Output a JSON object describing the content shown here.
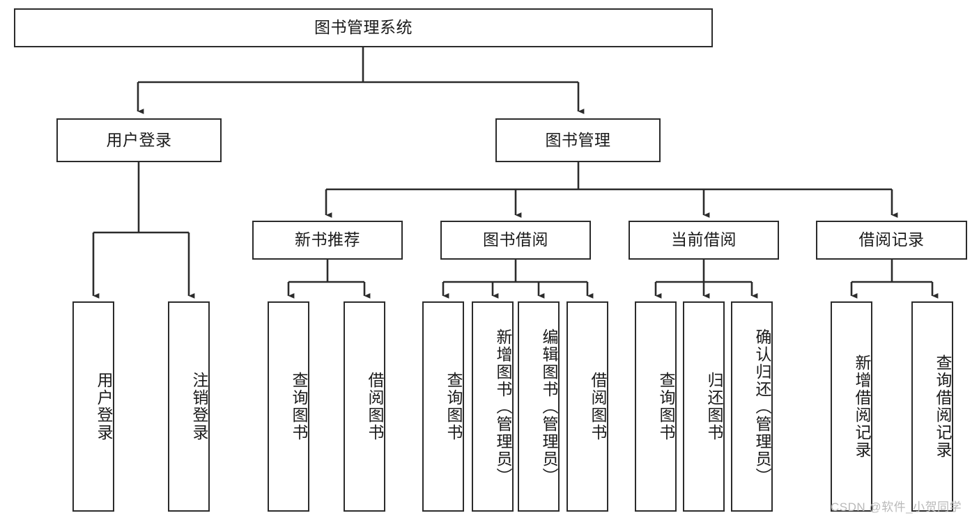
{
  "diagram": {
    "type": "hierarchy-tree",
    "title": "图书管理系统",
    "watermark": "CSDN @软件_小贺同学",
    "colors": {
      "stroke": "#2b2b2b",
      "fill": "#ffffff",
      "text": "#1a1a1a",
      "watermark": "#b9b9b9"
    },
    "nodes": {
      "root": {
        "label": "图书管理系统",
        "level": 1
      },
      "l2": [
        {
          "id": "user-login",
          "label": "用户登录",
          "level": 2
        },
        {
          "id": "book-manage",
          "label": "图书管理",
          "level": 2
        }
      ],
      "l3": [
        {
          "id": "new-book-recommend",
          "label": "新书推荐",
          "level": 3
        },
        {
          "id": "book-borrow",
          "label": "图书借阅",
          "level": 3
        },
        {
          "id": "current-borrow",
          "label": "当前借阅",
          "level": 3
        },
        {
          "id": "borrow-record",
          "label": "借阅记录",
          "level": 3
        }
      ],
      "leaves": {
        "user-login": [
          {
            "id": "leaf-user-login",
            "label": "用户登录"
          },
          {
            "id": "leaf-logout",
            "label": "注销登录"
          }
        ],
        "new-book-recommend": [
          {
            "id": "leaf-query-book-1",
            "label": "查询图书"
          },
          {
            "id": "leaf-borrow-book-1",
            "label": "借阅图书"
          }
        ],
        "book-borrow": [
          {
            "id": "leaf-query-book-2",
            "label": "查询图书"
          },
          {
            "id": "leaf-add-book",
            "label": "新增图书（管理员）"
          },
          {
            "id": "leaf-edit-book",
            "label": "编辑图书（管理员）"
          },
          {
            "id": "leaf-borrow-book-2",
            "label": "借阅图书"
          }
        ],
        "current-borrow": [
          {
            "id": "leaf-query-book-3",
            "label": "查询图书"
          },
          {
            "id": "leaf-return-book",
            "label": "归还图书"
          },
          {
            "id": "leaf-confirm-return",
            "label": "确认归还（管理员）"
          }
        ],
        "borrow-record": [
          {
            "id": "leaf-add-record",
            "label": "新增借阅记录"
          },
          {
            "id": "leaf-query-record",
            "label": "查询借阅记录"
          }
        ]
      }
    }
  }
}
